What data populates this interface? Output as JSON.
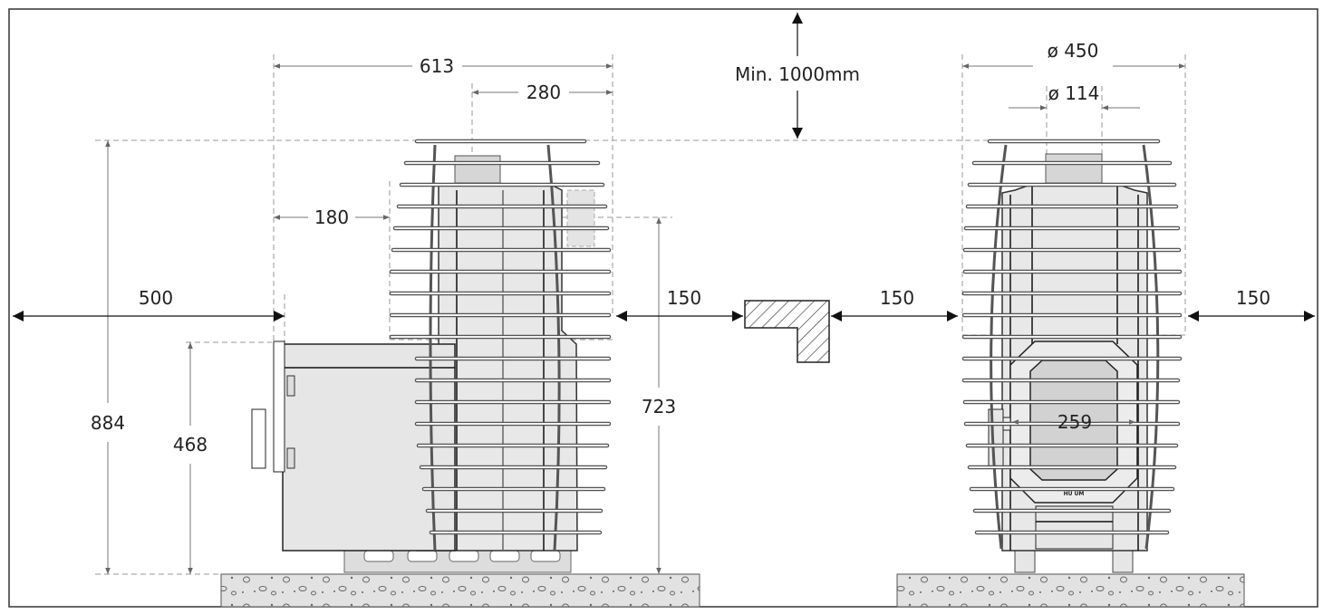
{
  "dimensions": {
    "side_total_depth": "613",
    "side_chimney_offset": "280",
    "side_front_offset": "180",
    "clearance_front": "500",
    "side_height_total": "884",
    "side_height_firebox": "468",
    "side_height_outlet": "723",
    "clearance_side_left": "150",
    "clearance_side_mid": "150",
    "clearance_side_right": "150",
    "ceiling_clearance": "Min. 1000mm",
    "front_diameter": "ø 450",
    "chimney_diameter": "ø 114",
    "door_width": "259"
  },
  "logo_text": "HUUM",
  "colors": {
    "line": "#111111",
    "body": "#e8e8e8",
    "floor": "#e2e2e2",
    "dash": "#999999"
  }
}
